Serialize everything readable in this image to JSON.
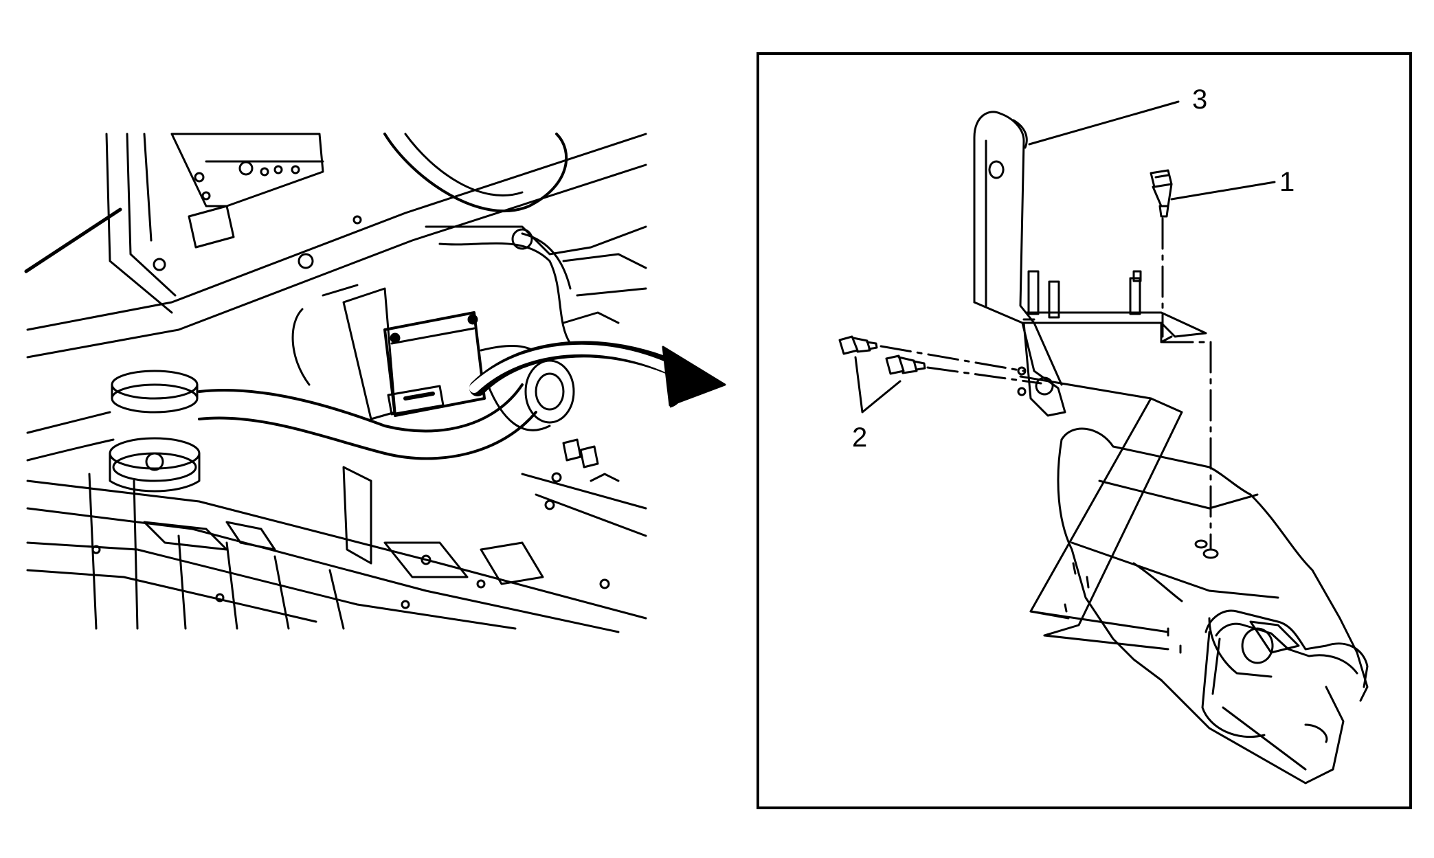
{
  "colors": {
    "ink": "#000000",
    "paper": "#ffffff"
  },
  "overview_view": {
    "direction_arrow_icon": "curved-arrow-right-icon"
  },
  "detail_view": {
    "callouts": [
      {
        "id": "1",
        "label": "1"
      },
      {
        "id": "2",
        "label": "2"
      },
      {
        "id": "3",
        "label": "3"
      }
    ]
  }
}
